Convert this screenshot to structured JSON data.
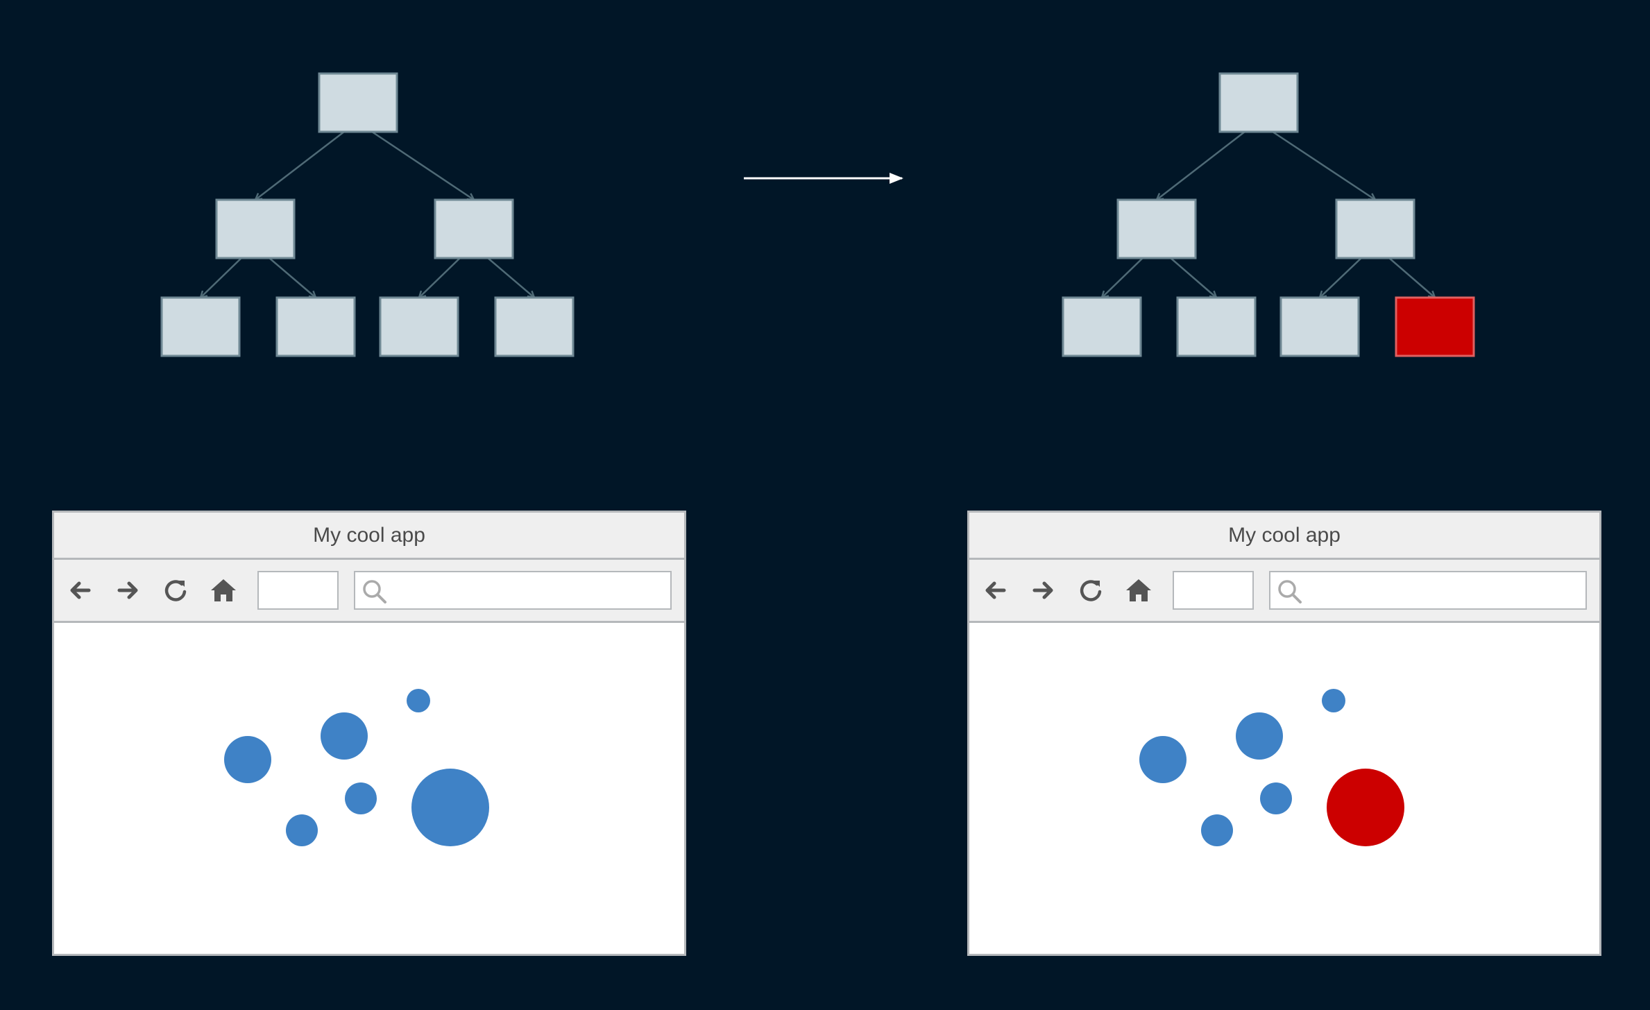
{
  "colors": {
    "background": "#011627",
    "node_fill": "#cfdbe1",
    "node_border": "#6f8894",
    "edge": "#4f6a76",
    "highlight": "#cc0000",
    "highlight_border": "#e06060",
    "bubble": "#3f82c6",
    "arrow": "#ffffff"
  },
  "diagram": {
    "arrow": "right-arrow",
    "trees": [
      {
        "name": "before",
        "nodes": [
          {
            "id": "root",
            "highlight": false
          },
          {
            "id": "l",
            "highlight": false
          },
          {
            "id": "r",
            "highlight": false
          },
          {
            "id": "ll",
            "highlight": false
          },
          {
            "id": "lr",
            "highlight": false
          },
          {
            "id": "rl",
            "highlight": false
          },
          {
            "id": "rr",
            "highlight": false
          }
        ],
        "edges": [
          [
            "root",
            "l"
          ],
          [
            "root",
            "r"
          ],
          [
            "l",
            "ll"
          ],
          [
            "l",
            "lr"
          ],
          [
            "r",
            "rl"
          ],
          [
            "r",
            "rr"
          ]
        ]
      },
      {
        "name": "after",
        "nodes": [
          {
            "id": "root",
            "highlight": false
          },
          {
            "id": "l",
            "highlight": false
          },
          {
            "id": "r",
            "highlight": false
          },
          {
            "id": "ll",
            "highlight": false
          },
          {
            "id": "lr",
            "highlight": false
          },
          {
            "id": "rl",
            "highlight": false
          },
          {
            "id": "rr",
            "highlight": true
          }
        ],
        "edges": [
          [
            "root",
            "l"
          ],
          [
            "root",
            "r"
          ],
          [
            "l",
            "ll"
          ],
          [
            "l",
            "lr"
          ],
          [
            "r",
            "rl"
          ],
          [
            "r",
            "rr"
          ]
        ]
      }
    ]
  },
  "windows": [
    {
      "title": "My cool app",
      "toolbar_icons": [
        "back-arrow-icon",
        "forward-arrow-icon",
        "reload-icon",
        "home-icon"
      ],
      "search_icon": "search-icon",
      "bubbles": [
        {
          "id": 1,
          "highlight": false
        },
        {
          "id": 2,
          "highlight": false
        },
        {
          "id": 3,
          "highlight": false
        },
        {
          "id": 4,
          "highlight": false
        },
        {
          "id": 5,
          "highlight": false
        },
        {
          "id": 6,
          "highlight": false
        }
      ]
    },
    {
      "title": "My cool app",
      "toolbar_icons": [
        "back-arrow-icon",
        "forward-arrow-icon",
        "reload-icon",
        "home-icon"
      ],
      "search_icon": "search-icon",
      "bubbles": [
        {
          "id": 1,
          "highlight": false
        },
        {
          "id": 2,
          "highlight": false
        },
        {
          "id": 3,
          "highlight": false
        },
        {
          "id": 4,
          "highlight": false
        },
        {
          "id": 5,
          "highlight": false
        },
        {
          "id": 6,
          "highlight": true
        }
      ]
    }
  ]
}
